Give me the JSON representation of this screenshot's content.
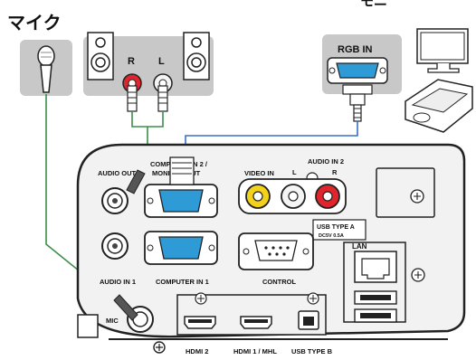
{
  "labels": {
    "mic_title": "マイク",
    "monitor_title_partial": "モニ",
    "speaker_r": "R",
    "speaker_l": "L",
    "rgb_in": "RGB IN",
    "audio_out": "AUDIO OUT",
    "computer_in_2": "COMPUTER IN 2 /",
    "monitor_out": "MONITOR OUT",
    "video_in": "VIDEO IN",
    "audio_in_2": "AUDIO IN 2",
    "audio_in_2_l": "L",
    "audio_in_2_r": "R",
    "usb_type_a_line1": "USB TYPE A",
    "usb_type_a_line2": "DC5V 0.5A",
    "lan": "LAN",
    "audio_in_1": "AUDIO IN 1",
    "computer_in_1": "COMPUTER IN 1",
    "control": "CONTROL",
    "mic": "MIC",
    "hdmi_2": "HDMI 2",
    "hdmi_1_mhl": "HDMI 1 / MHL",
    "usb_type_b": "USB TYPE B"
  },
  "colors": {
    "panel_bg": "#f2f2f2",
    "panel_border": "#222222",
    "cable_green": "#3a8f4a",
    "cable_blue": "#3a6fc4",
    "vga_blue": "#2f9bd6",
    "gray_box": "#c8c8c8",
    "video_yellow": "#f2d21b",
    "audio_red": "#e0262c",
    "audio_white": "#f4f4f4"
  }
}
